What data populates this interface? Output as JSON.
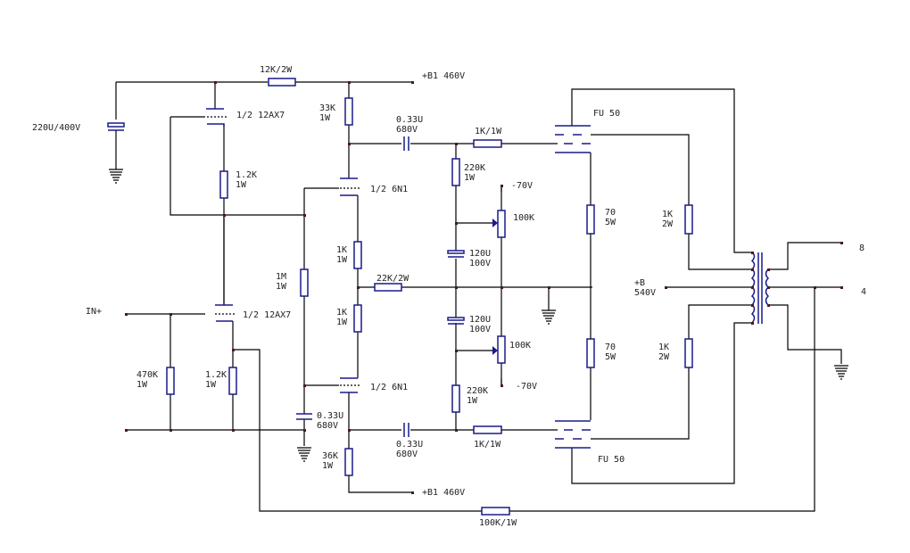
{
  "title": "FU50 push-pull tube amplifier schematic",
  "colors": {
    "wire": "#000000",
    "component": "#1a1a8c",
    "junction": "#4a1a1a",
    "text": "#222222",
    "background": "#ffffff"
  },
  "labels": {
    "filter_cap": "220U/400V",
    "r_12k": "12K/2W",
    "b1_top": "+B1 460V",
    "r_33k": [
      "33K",
      "1W"
    ],
    "v1a": "1/2 12AX7",
    "r_1k2_top": [
      "1.2K",
      "1W"
    ],
    "c_033_top": [
      "0.33U",
      "680V"
    ],
    "r_1k_grid_top": "1K/1W",
    "fu50_top": "FU 50",
    "r_220k_top": [
      "220K",
      "1W"
    ],
    "neg70_top": "-70V",
    "pot_top": "100K",
    "v2a": "1/2 6N1",
    "r_1m": [
      "1M",
      "1W"
    ],
    "r_1k_a": [
      "1K",
      "1W"
    ],
    "r_1k_b": [
      "1K",
      "1W"
    ],
    "r_22k": "22K/2W",
    "c_120_top": [
      "120U",
      "100V"
    ],
    "c_120_bot": [
      "120U",
      "100V"
    ],
    "pot_bot": "100K",
    "neg70_bot": "-70V",
    "r_70_top": [
      "70",
      "5W"
    ],
    "r_70_bot": [
      "70",
      "5W"
    ],
    "r_1k2w_top": [
      "1K",
      "2W"
    ],
    "r_1k2w_bot": [
      "1K",
      "2W"
    ],
    "b_plus": [
      "+B",
      "540V"
    ],
    "out_8": "8",
    "out_4": "4",
    "in_plus": "IN+",
    "v1b": "1/2 12AX7",
    "r_470k": [
      "470K",
      "1W"
    ],
    "r_1k2_bot": [
      "1.2K",
      "1W"
    ],
    "v2b": "1/2 6N1",
    "c_033_cath": [
      "0.33U",
      "680V"
    ],
    "r_220k_bot": [
      "220K",
      "1W"
    ],
    "c_033_bot": [
      "0.33U",
      "680V"
    ],
    "r_1k_grid_bot": "1K/1W",
    "r_36k": [
      "36K",
      "1W"
    ],
    "b1_bot": "+B1 460V",
    "fu50_bot": "FU 50",
    "r_feedback": "100K/1W"
  }
}
